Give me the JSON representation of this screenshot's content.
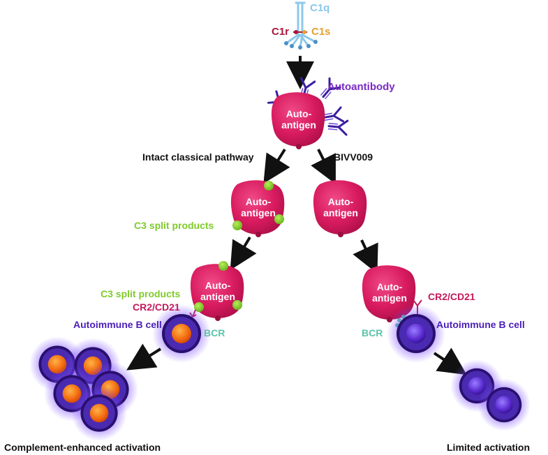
{
  "complement": {
    "c1q": "C1q",
    "c1r": "C1r",
    "c1s": "C1s"
  },
  "autoantibody_label": "Autoantibody",
  "antigen": {
    "line1": "Auto-",
    "line2": "antigen"
  },
  "pathways": {
    "intact": "Intact classical pathway",
    "inhibited": "BIVV009"
  },
  "c3_label": "C3 split products",
  "cr2_label": "CR2/CD21",
  "bcell_label": "Autoimmune B cell",
  "bcr_label": "BCR",
  "outcomes": {
    "left": "Complement-enhanced activation",
    "right": "Limited activation"
  },
  "colors": {
    "antigen": "#d81b5e",
    "c3": "#7ecb2a",
    "antibody": "#3b1fa0",
    "bcell_core_left": "#f26a10",
    "bcell_core_right": "#5a2ad0",
    "bcr": "#5bc4a8",
    "arrow": "#111111"
  }
}
